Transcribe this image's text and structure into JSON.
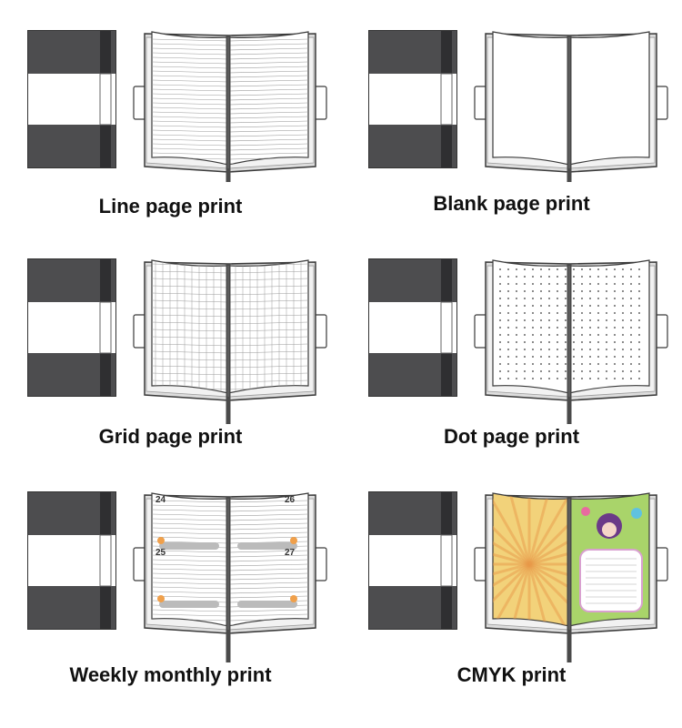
{
  "items": [
    {
      "caption": "Line page print",
      "style": "line"
    },
    {
      "caption": "Blank page print",
      "style": "blank"
    },
    {
      "caption": "Grid page print",
      "style": "grid"
    },
    {
      "caption": "Dot page print",
      "style": "dot"
    },
    {
      "caption": "Weekly monthly print",
      "style": "weekly",
      "page_numbers": [
        "24",
        "25",
        "26",
        "27"
      ]
    },
    {
      "caption": "CMYK print",
      "style": "cmyk"
    }
  ],
  "colors": {
    "cover_dark": "#4d4d4f",
    "band": "#ffffff",
    "outline": "#3a3a3a",
    "ribbon": "#4a4a4a",
    "ruling": "#9a9a9a",
    "highlight_dot": "#f0a04b",
    "cmyk_left": "#f2d27a",
    "cmyk_right": "#a9d46a"
  }
}
